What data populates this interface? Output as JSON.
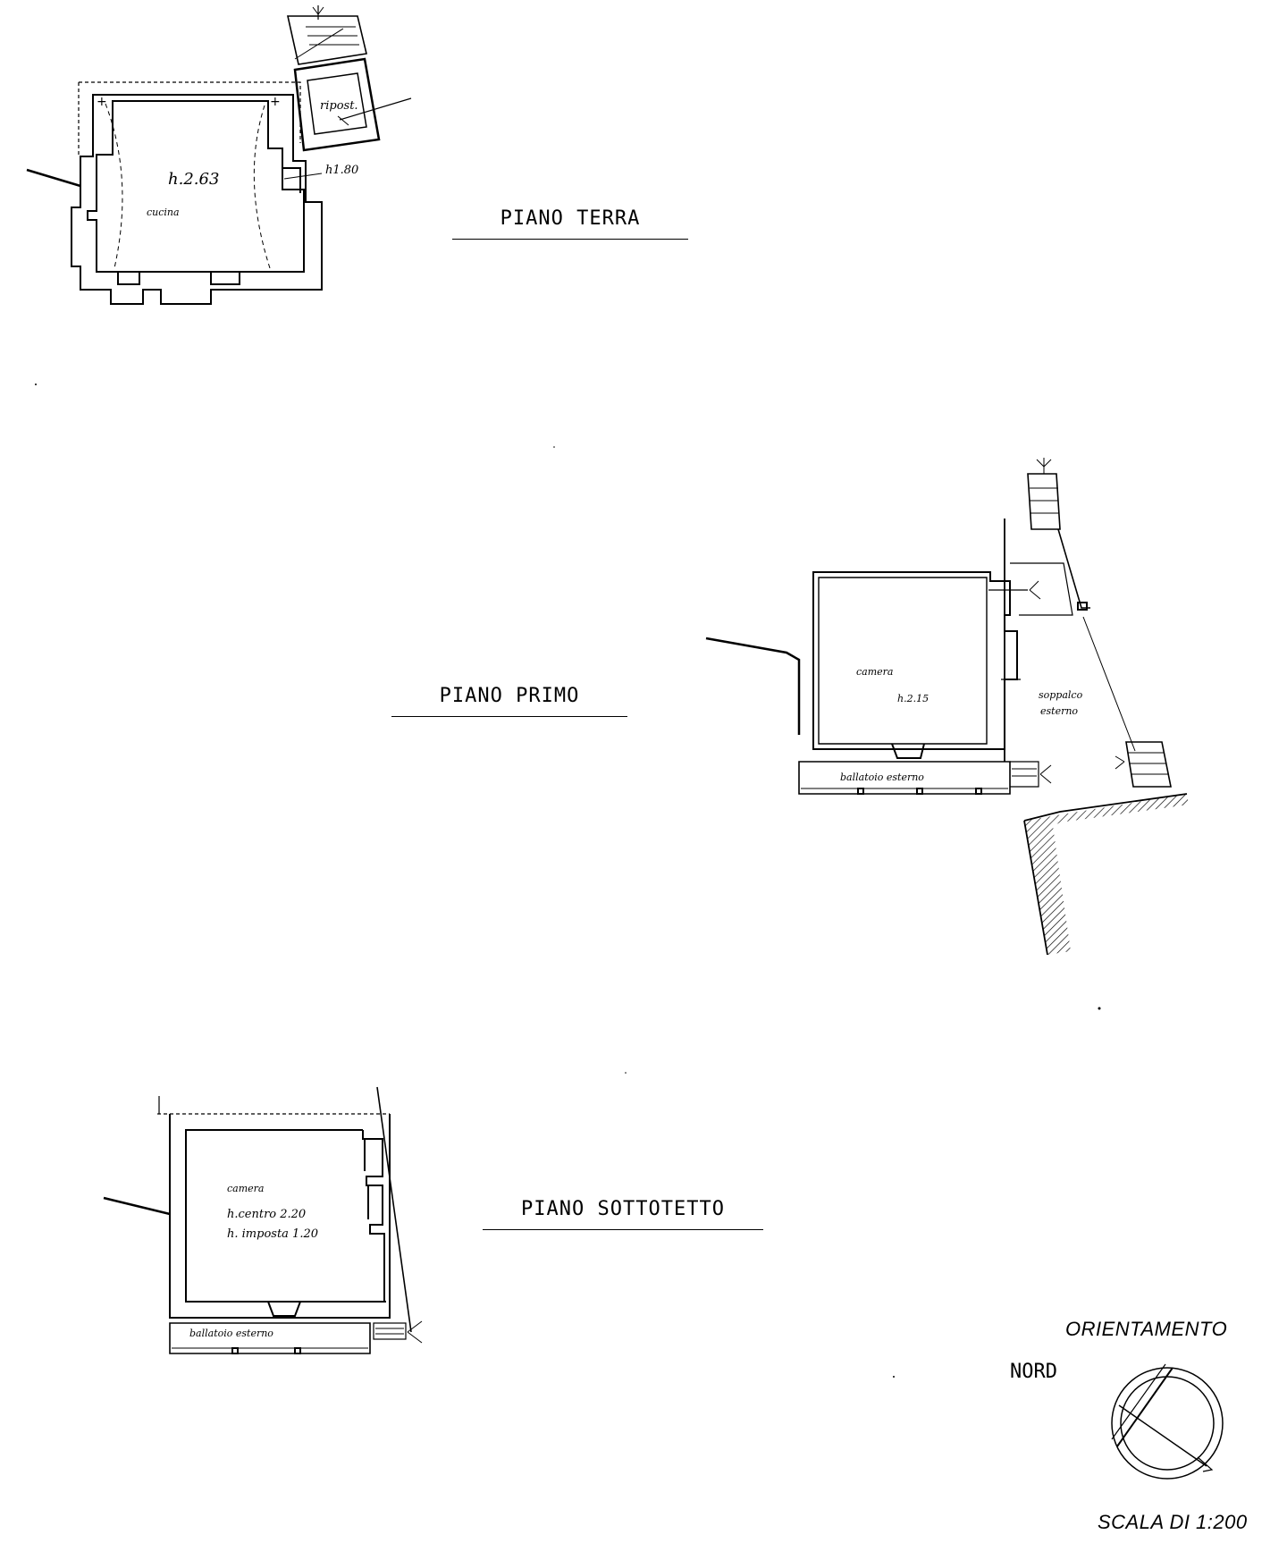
{
  "ground_floor": {
    "title": "PIANO TERRA",
    "room_label": "cucina",
    "room_height": "h.2.63",
    "storage_label": "ripost.",
    "storage_height": "h1.80"
  },
  "first_floor": {
    "title": "PIANO PRIMO",
    "room_label": "camera",
    "room_height": "h.2.15",
    "mezzanine_line1": "soppalco",
    "mezzanine_line2": "esterno",
    "balcony_label": "ballatoio esterno"
  },
  "attic_floor": {
    "title": "PIANO SOTTOTETTO",
    "room_label": "camera",
    "height_center": "h.centro 2.20",
    "height_eaves": "h. imposta 1.20",
    "balcony_label": "ballatoio esterno"
  },
  "orientation": {
    "heading": "ORIENTAMENTO",
    "north_label": "NORD"
  },
  "scale": {
    "label": "SCALA DI 1:200"
  },
  "icons": {
    "north_arrow": "compass-north-icon"
  }
}
